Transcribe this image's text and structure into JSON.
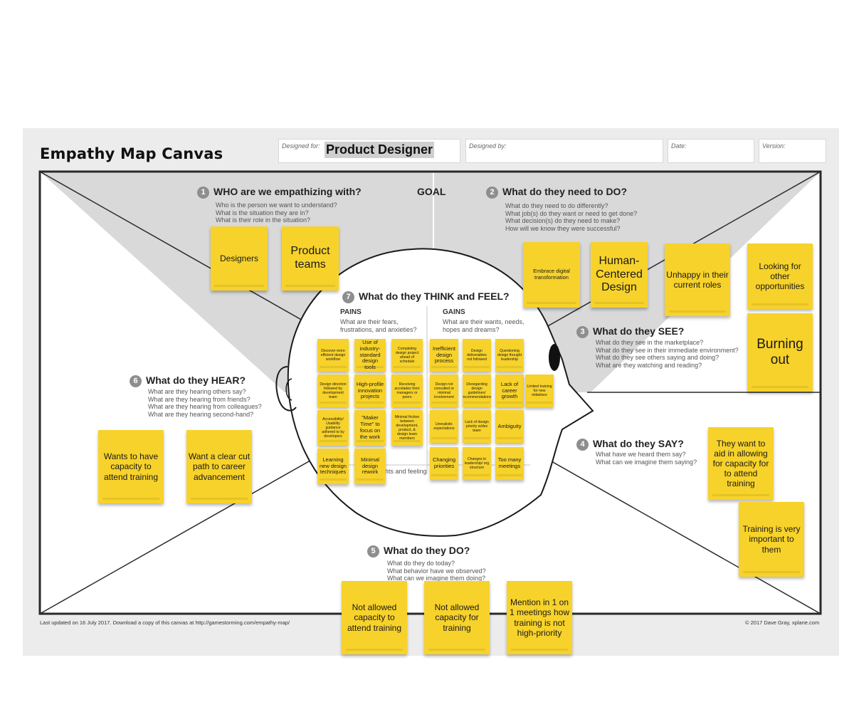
{
  "canvas": {
    "title": "Empathy Map Canvas",
    "designed_for_label": "Designed for:",
    "designed_for_value": "Product Designer",
    "designed_by_label": "Designed by:",
    "date_label": "Date:",
    "version_label": "Version:",
    "goal_label": "GOAL",
    "footer_left": "Last updated on 16 July 2017. Download a copy of this canvas at http://gamestorming.com/empathy-map/",
    "footer_right": "© 2017 Dave Gray, xplane.com",
    "colors": {
      "note": "#f7d22a",
      "canvas_bg": "#ececec",
      "top_band": "#d9d9d9",
      "badge": "#8e8e8e"
    }
  },
  "sections": {
    "who": {
      "num": "1",
      "title": "WHO are we empathizing with?",
      "questions": [
        "Who is the person we want to understand?",
        "What is the situation they are in?",
        "What is their role in the situation?"
      ]
    },
    "do_need": {
      "num": "2",
      "title": "What do they need to DO?",
      "questions": [
        "What do they need to do differently?",
        "What job(s) do they want or need to get done?",
        "What decision(s) do they need to make?",
        "How will we know they were successful?"
      ]
    },
    "see": {
      "num": "3",
      "title": "What do they SEE?",
      "questions": [
        "What do they see in the marketplace?",
        "What do they see in their immediate environment?",
        "What do they see others saying and doing?",
        "What are they watching and reading?"
      ]
    },
    "say": {
      "num": "4",
      "title": "What do they SAY?",
      "questions": [
        "What have we heard them say?",
        "What can we imagine them saying?"
      ]
    },
    "do": {
      "num": "5",
      "title": "What do they DO?",
      "questions": [
        "What do they do today?",
        "What behavior have we observed?",
        "What can we imagine them doing?"
      ]
    },
    "hear": {
      "num": "6",
      "title": "What do they HEAR?",
      "questions": [
        "What are they hearing others say?",
        "What are they hearing from friends?",
        "What are they hearing from colleagues?",
        "What are they hearing second-hand?"
      ]
    },
    "think": {
      "num": "7",
      "title": "What do they THINK and FEEL?",
      "pains_label": "PAINS",
      "pains_q": "What are their fears, frustrations, and anxieties?",
      "gains_label": "GAINS",
      "gains_q": "What are their wants, needs, hopes and dreams?",
      "hidden_fragment": "ghts and feeling"
    }
  },
  "notes": {
    "who": [
      "Designers",
      "Product teams"
    ],
    "do_need": [
      "Embrace digital transformation",
      "Human-Centered Design",
      "Unhappy in their current roles"
    ],
    "see": [
      "Looking for other opportunities",
      "Burning out"
    ],
    "say": [
      "They want to aid in allowing for capacity for to attend training",
      "Training is very important to them"
    ],
    "do": [
      "Not allowed capacity to attend training",
      "Not allowed capacity for training",
      "Mention in 1 on 1 meetings how training is not high-priority"
    ],
    "hear": [
      "Wants to have capacity to attend training",
      "Want a clear cut path to career advancement"
    ],
    "pains": [
      "Discover more efficient design workflow",
      "Use of industry-standard design tools",
      "Completing design project ahead of schedule",
      "Design direction followed by development team",
      "High-profile innovation projects",
      "Receiving accolades from managers or peers",
      "Accessibility/ Usability guidance adhered to by developers",
      "\"Maker Time\" to focus on the work",
      "Minimal friction between development, product, & design team members",
      "Learning new design techniques",
      "Minimal design rework"
    ],
    "gains": [
      "Inefficient design process",
      "Design deliverables not followed",
      "Questioning design thought leadership",
      "Design not consulted or minimal involvement",
      "Disregarding design guidelines/ recommendations",
      "Lack of career growth",
      "Limited training for new initiatives",
      "Unrealistic expectations",
      "Lack of design priority w/dev team",
      "Ambiguity",
      "Changing priorities",
      "Changes in leadership/ org structure",
      "Too many meetings"
    ]
  }
}
